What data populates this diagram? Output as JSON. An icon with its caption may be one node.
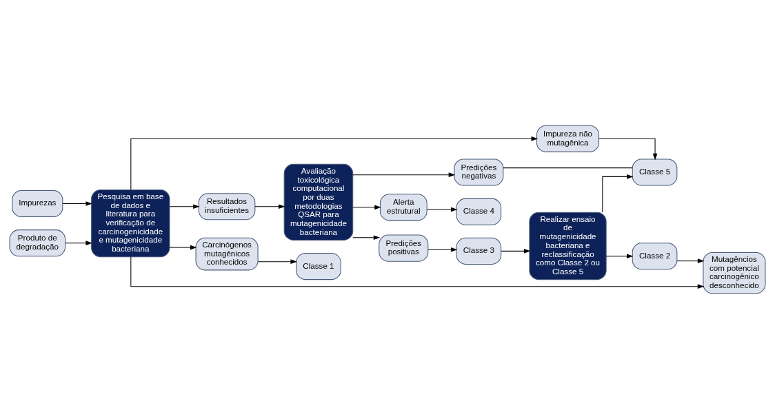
{
  "diagram": {
    "nodes": [
      {
        "text": [
          "Impurezas"
        ]
      },
      {
        "text": [
          "Produto de degradação"
        ]
      },
      {
        "text": [
          "Pesquisa em base de dados e literatura para verificação de carcinogenicidade e mutagenicidade bacteriana"
        ]
      },
      {
        "text": [
          "Impureza não mutagênica"
        ]
      },
      {
        "text": [
          "Classe 5"
        ]
      },
      {
        "text": [
          "Resultados insuficientes"
        ]
      },
      {
        "text": [
          "Avaliação toxicológica computacional por duas metodologias QSAR para mutagenicidade bacteriana"
        ]
      },
      {
        "text": [
          "Predições negativas"
        ]
      },
      {
        "text": [
          "Alerta estrutural"
        ]
      },
      {
        "text": [
          "Classe 4"
        ]
      },
      {
        "text": [
          "Predições positivas"
        ]
      },
      {
        "text": [
          "Classe 3"
        ]
      },
      {
        "text": [
          "Carcinógenos mutagênicos conhecidos"
        ]
      },
      {
        "text": [
          "Classe 1"
        ]
      },
      {
        "text": [
          "Mutagêncios com potencial carcinogênico desconhecido"
        ]
      },
      {
        "text": [
          "Classe 2"
        ]
      },
      {
        "text": [
          "Realizar ensaio de mutagenicidade bacteriana e reclassificação como Classe 2 ou Classe 5"
        ]
      }
    ],
    "edges": [
      {
        "from": 0,
        "to": 2,
        "arrow": "to"
      },
      {
        "from": 1,
        "to": 2,
        "arrow": "to"
      },
      {
        "from": 2,
        "to": 3,
        "arrow": "to"
      },
      {
        "from": 3,
        "to": 4,
        "arrow": "to"
      },
      {
        "from": 7,
        "to": 4,
        "arrow": "none"
      },
      {
        "from": 2,
        "to": 5,
        "arrow": "to"
      },
      {
        "from": 5,
        "to": 6,
        "arrow": "to"
      },
      {
        "from": 6,
        "to": 7,
        "arrow": "to"
      },
      {
        "from": 6,
        "to": 8,
        "arrow": "to"
      },
      {
        "from": 6,
        "to": 10,
        "arrow": "to"
      },
      {
        "from": 8,
        "to": 9,
        "arrow": "to"
      },
      {
        "from": 10,
        "to": 11,
        "arrow": "to"
      },
      {
        "from": 11,
        "to": 16,
        "arrow": "to"
      },
      {
        "from": 2,
        "to": 12,
        "arrow": "to"
      },
      {
        "from": 12,
        "to": 13,
        "arrow": "to"
      },
      {
        "from": 2,
        "to": 14,
        "arrow": "to"
      },
      {
        "from": 16,
        "to": 15,
        "arrow": "to"
      },
      {
        "from": 15,
        "to": 14,
        "arrow": "to"
      },
      {
        "from": 16,
        "to": 4,
        "arrow": "to"
      }
    ]
  }
}
